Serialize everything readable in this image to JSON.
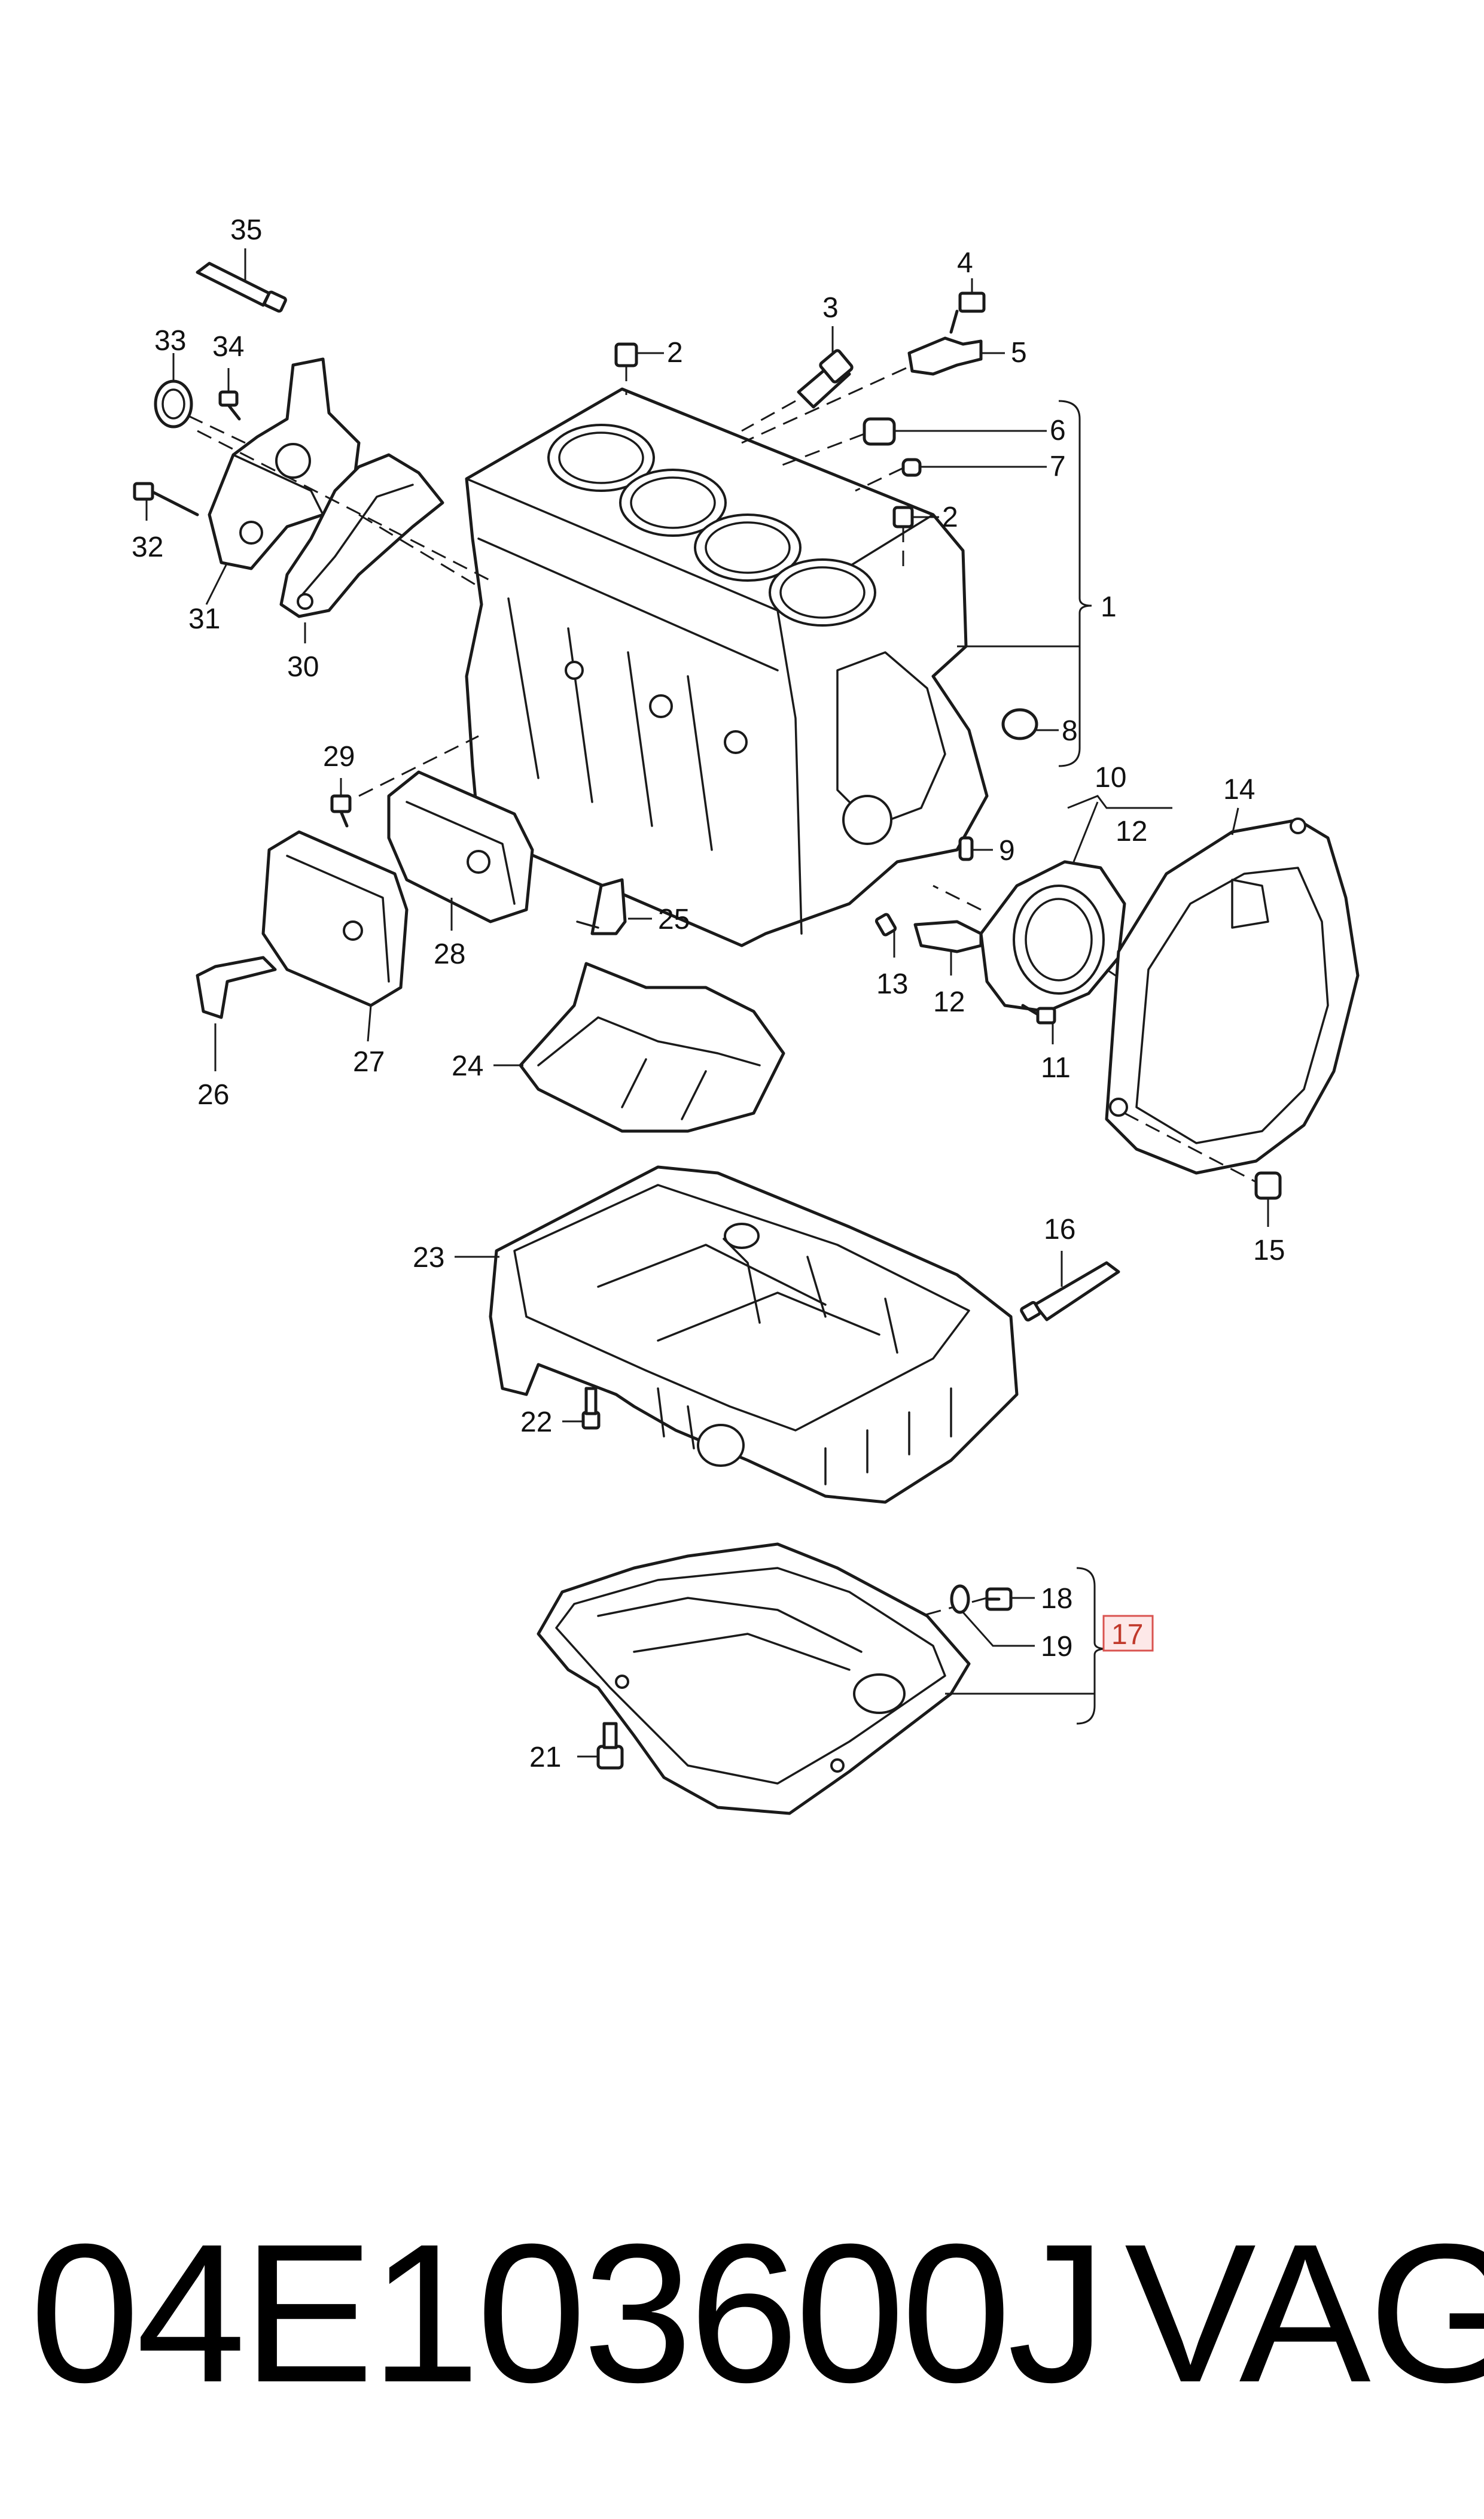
{
  "callouts": {
    "c1": "1",
    "c2a": "2",
    "c2b": "2",
    "c3": "3",
    "c4": "4",
    "c5": "5",
    "c6": "6",
    "c7": "7",
    "c8": "8",
    "c9": "9",
    "c10": "10",
    "c11": "11",
    "c12a": "12",
    "c12b": "12",
    "c13": "13",
    "c14": "14",
    "c15": "15",
    "c16": "16",
    "c17": "17",
    "c18": "18",
    "c19": "19",
    "c21": "21",
    "c22": "22",
    "c23": "23",
    "c24": "24",
    "c25": "25",
    "c26": "26",
    "c27": "27",
    "c28": "28",
    "c29": "29",
    "c30": "30",
    "c31": "31",
    "c32": "32",
    "c33": "33",
    "c34": "34",
    "c35": "35"
  },
  "highlighted_callout": "17",
  "highlight_color": "#d9534f",
  "footer": {
    "part_number": "04E103600J",
    "brand": "VAG"
  }
}
